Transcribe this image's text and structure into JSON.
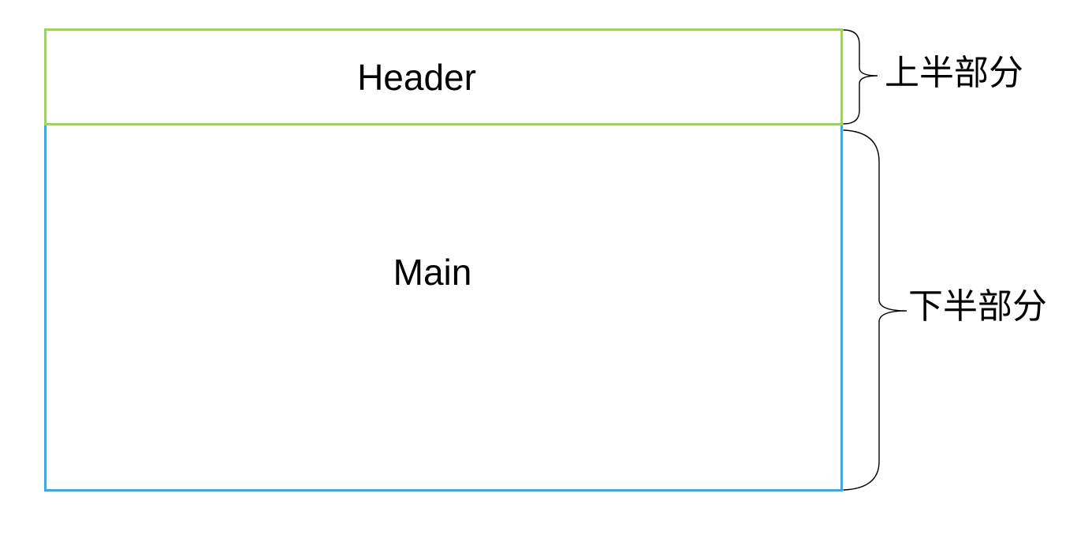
{
  "page": {
    "background_color": "#ffffff",
    "text_color": "#000000"
  },
  "boxes": {
    "header": {
      "label": "Header",
      "border_color": "#a4ce67"
    },
    "main": {
      "label": "Main",
      "border_color": "#47a6dd"
    }
  },
  "annotations": {
    "upper": {
      "label": "上半部分",
      "brace_color": "#000000"
    },
    "lower": {
      "label": "下半部分",
      "brace_color": "#000000"
    }
  }
}
